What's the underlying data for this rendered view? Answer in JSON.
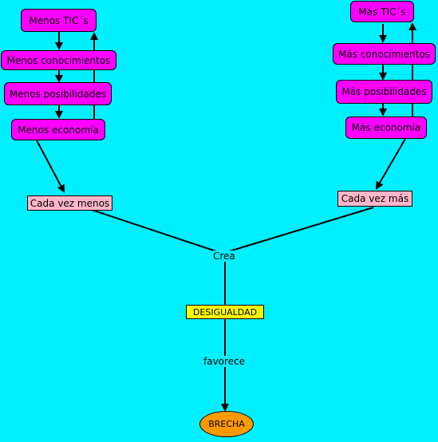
{
  "colors": {
    "background": "#00f0ff",
    "concept_pill": "#ff00ff",
    "concept_pink": "#ffb6c8",
    "concept_yellow": "#ffff00",
    "concept_orange": "#ff9900"
  },
  "left_chain": {
    "tic": "Menos TIC´s",
    "conocimientos": "Menos conocimientos",
    "posibilidades": "Menos posibilidades",
    "economia": "Menos economía",
    "result": "Cada vez menos"
  },
  "right_chain": {
    "tic": "Más TIC´s",
    "conocimientos": "Más conocimientos",
    "posibilidades": "Más posibilidades",
    "economia": "Más economía",
    "result": "Cada vez más"
  },
  "center": {
    "link_crea": "Crea",
    "desigualdad": "DESIGUALDAD",
    "link_favorece": "favorece",
    "brecha": "BRECHA"
  }
}
